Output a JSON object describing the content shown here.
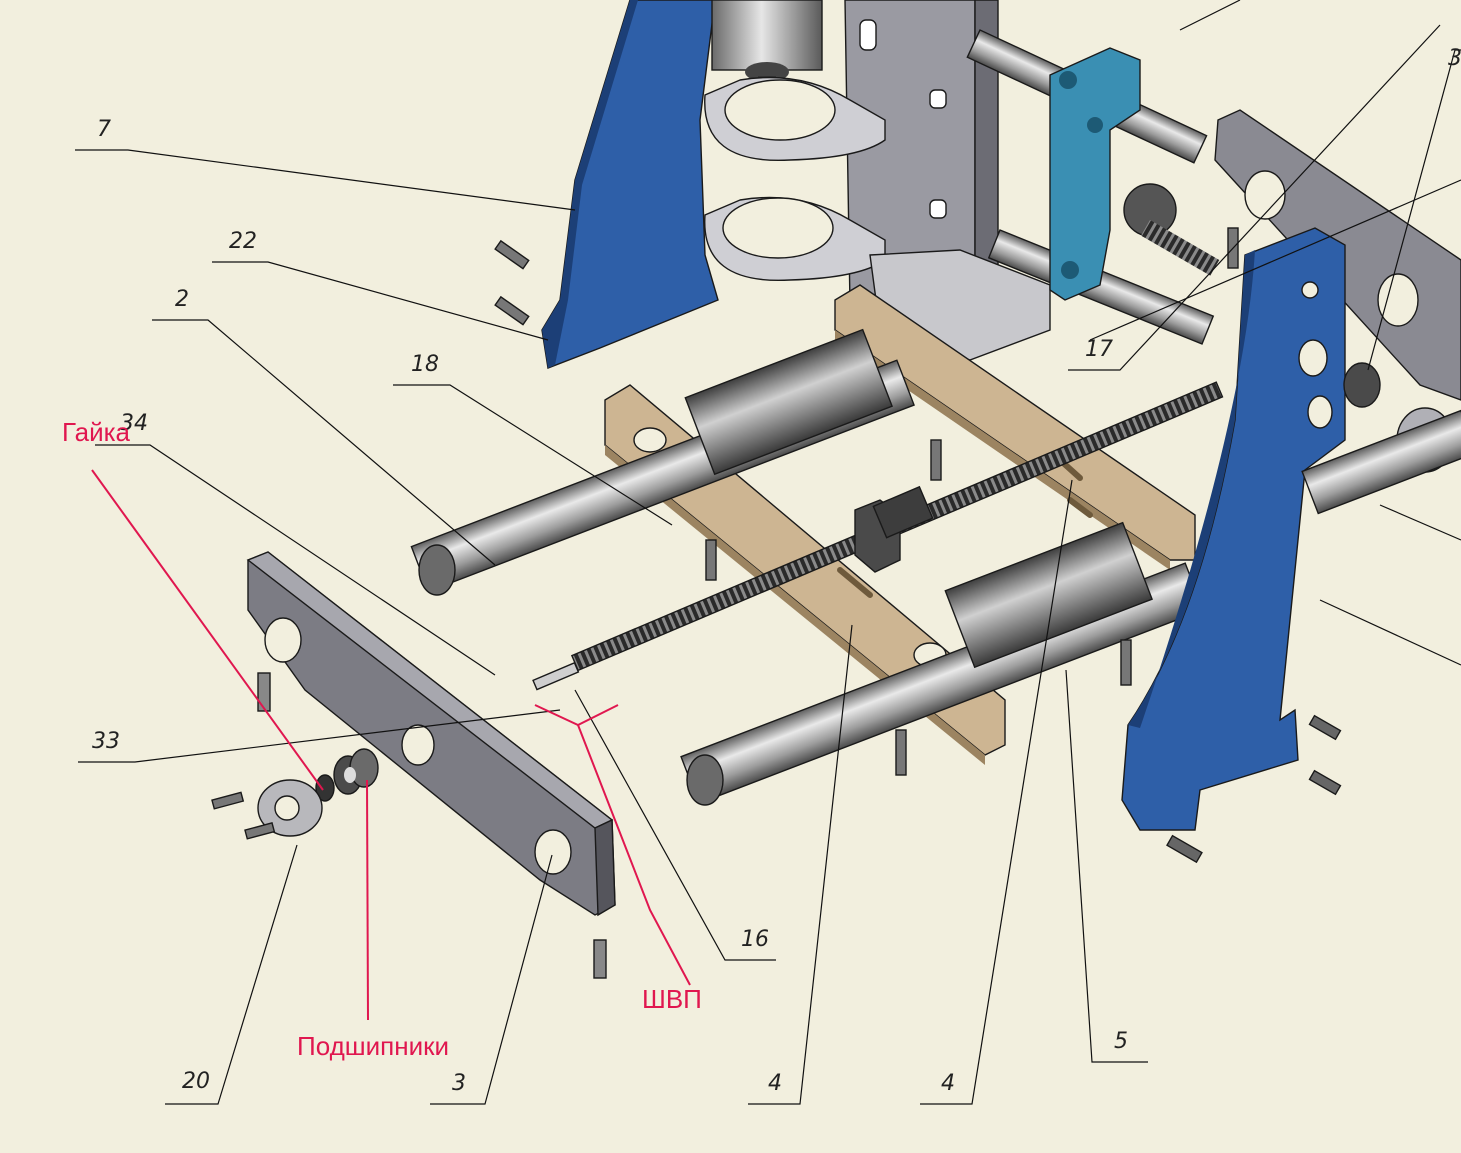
{
  "callouts": {
    "n7": "7",
    "n22": "22",
    "n2": "2",
    "n18": "18",
    "n34": "34",
    "n17": "17",
    "n33": "33",
    "n16": "16",
    "n20": "20",
    "n3": "3",
    "n4a": "4",
    "n4b": "4",
    "n5": "5",
    "n3top": "3"
  },
  "annotations": {
    "nut": "Гайка",
    "bearings": "Подшипники",
    "ballscrew": "ШВП"
  },
  "colors": {
    "background": "#f2efde",
    "side_plate_blue": "#2e5fa8",
    "carriage_block_teal": "#3a8fb3",
    "bronze_frame": "#cdb592",
    "end_plate_gray": "#6f6f78",
    "annotation_red": "#e0174f"
  }
}
